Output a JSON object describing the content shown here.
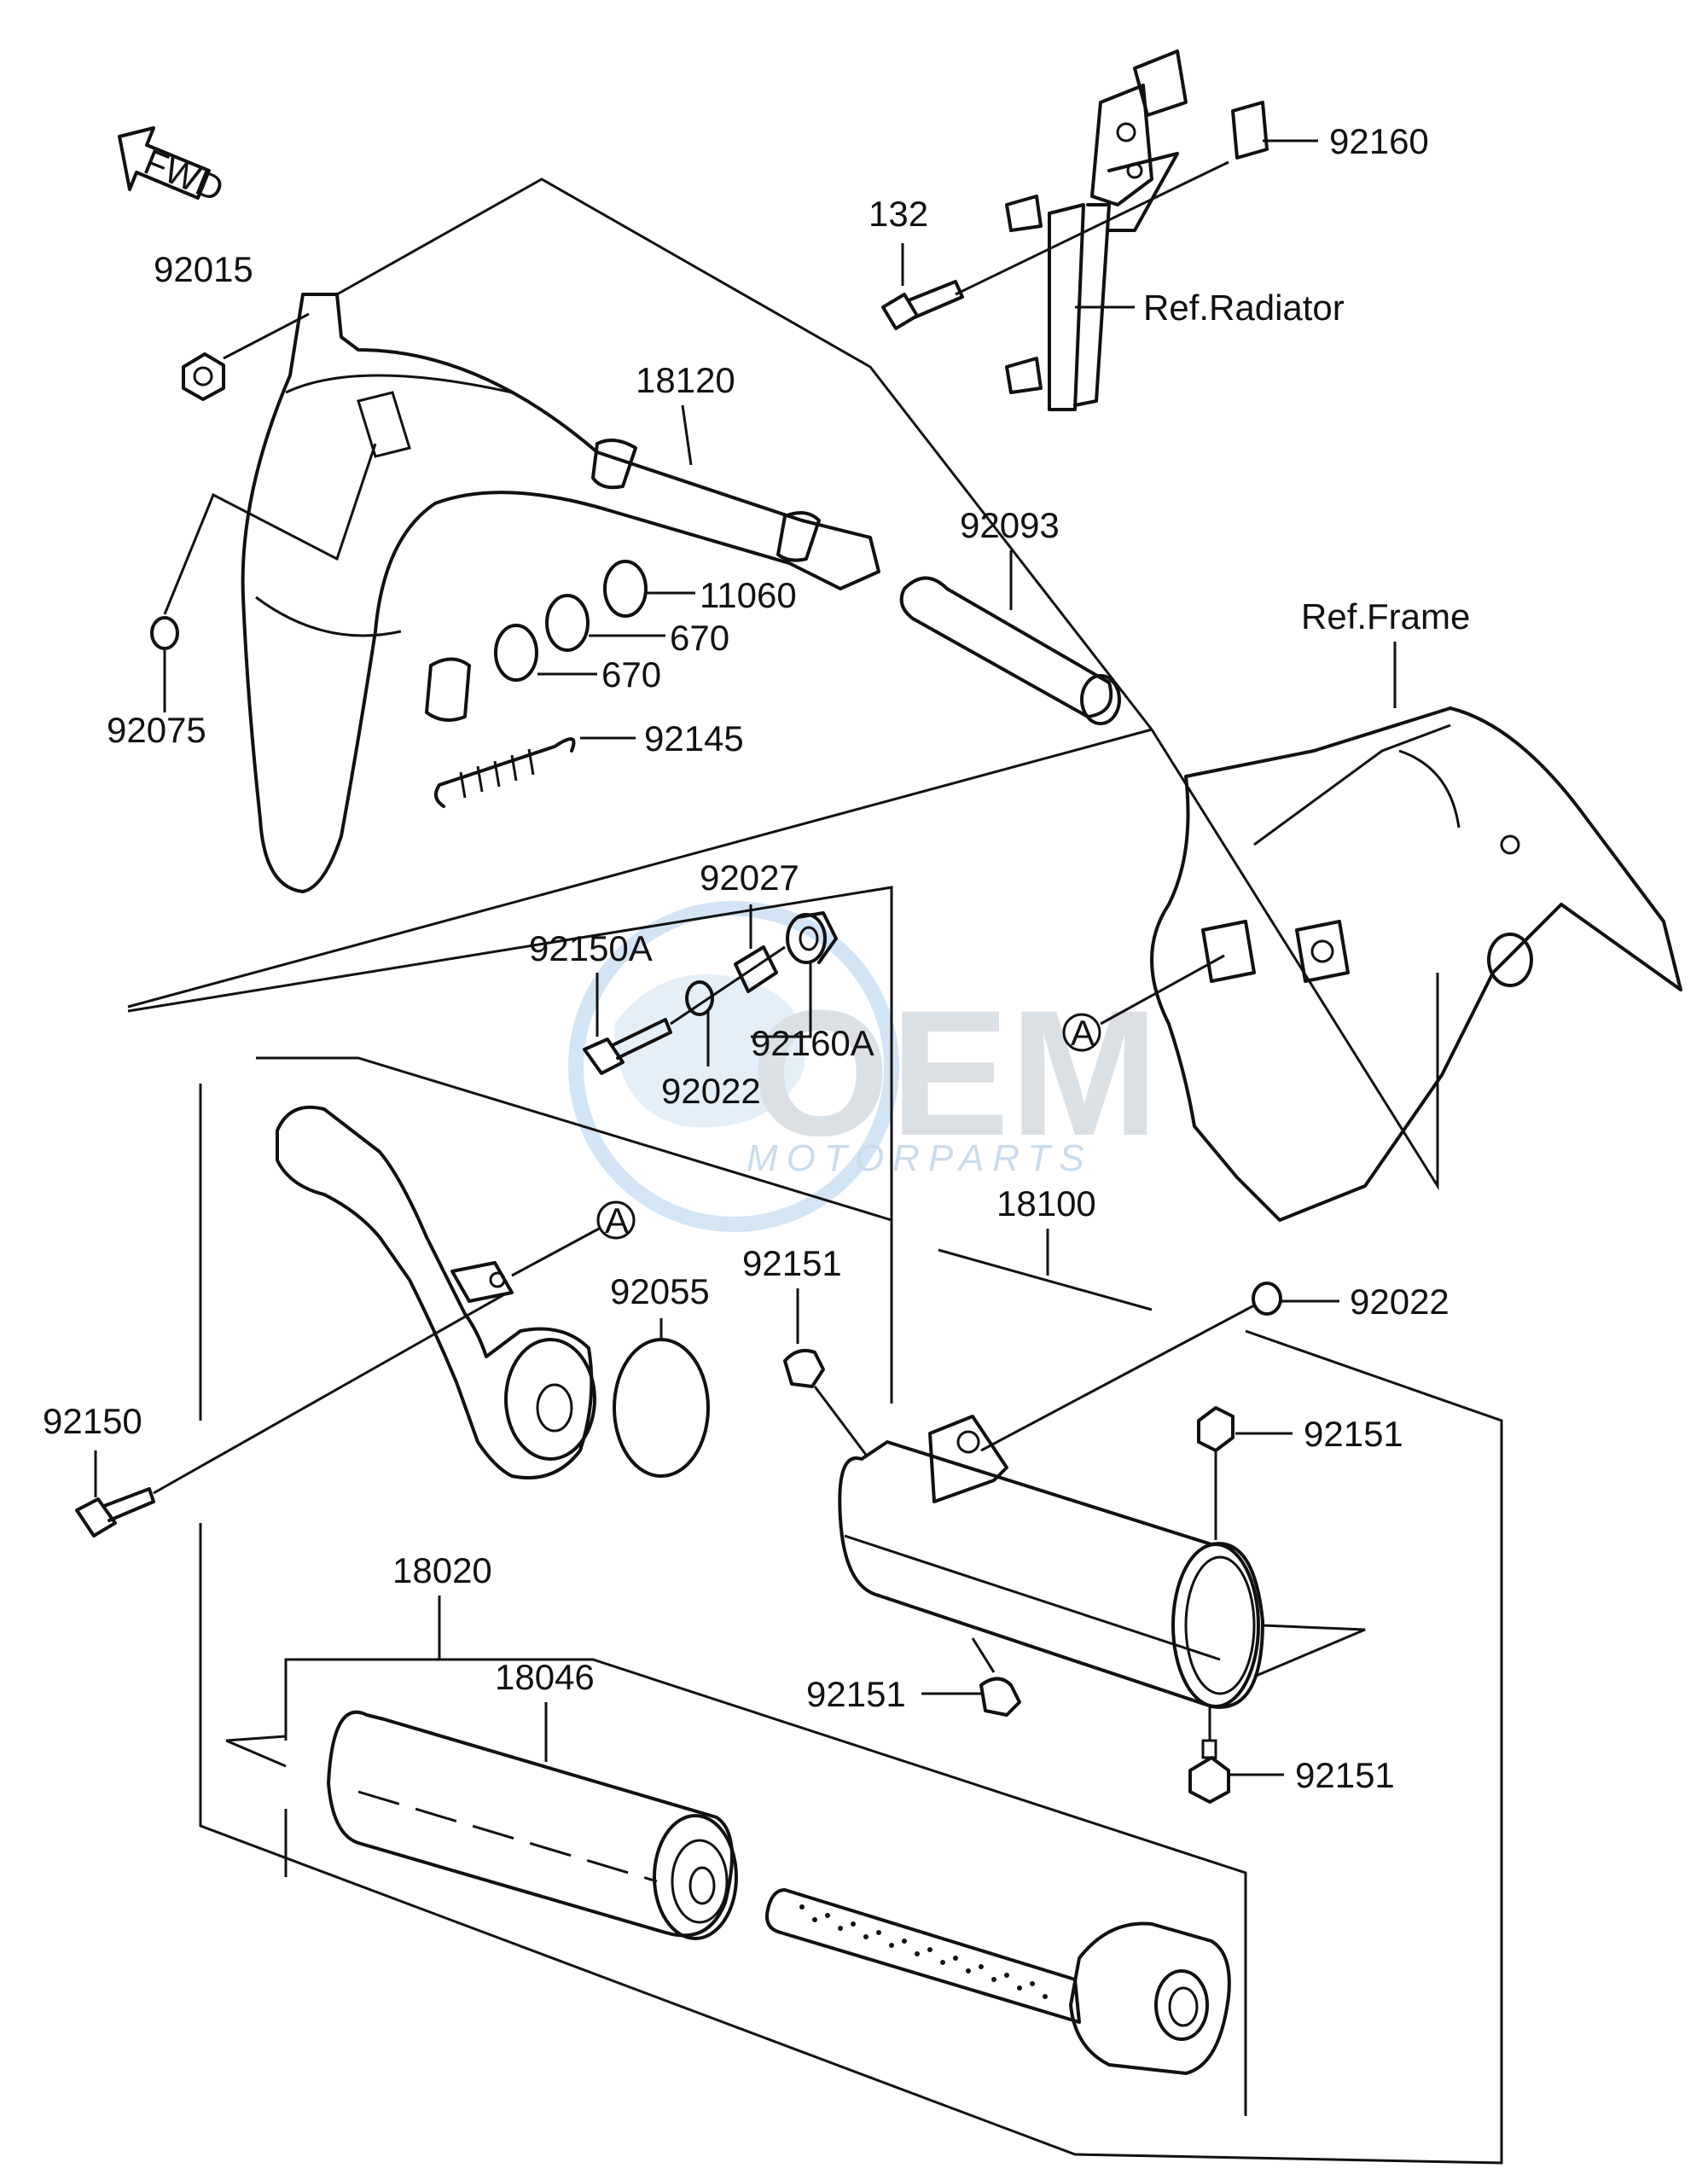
{
  "fwd_label": "FWD",
  "watermark": {
    "brand": "OEM",
    "sub": "MOTORPARTS"
  },
  "callout_a": "A",
  "labels": {
    "p92160": "92160",
    "p132": "132",
    "ref_radiator": "Ref.Radiator",
    "p92015": "92015",
    "p18120": "18120",
    "p92093": "92093",
    "p11060": "11060",
    "p670a": "670",
    "p670b": "670",
    "p92075": "92075",
    "p92145": "92145",
    "ref_frame": "Ref.Frame",
    "p92027": "92027",
    "p92150A": "92150A",
    "p92160A": "92160A",
    "p92022a": "92022",
    "p18100": "18100",
    "p92151a": "92151",
    "p92055": "92055",
    "p92022b": "92022",
    "p92150": "92150",
    "p92151b": "92151",
    "p18020": "18020",
    "p18046": "18046",
    "p92151c": "92151",
    "p92151d": "92151"
  }
}
